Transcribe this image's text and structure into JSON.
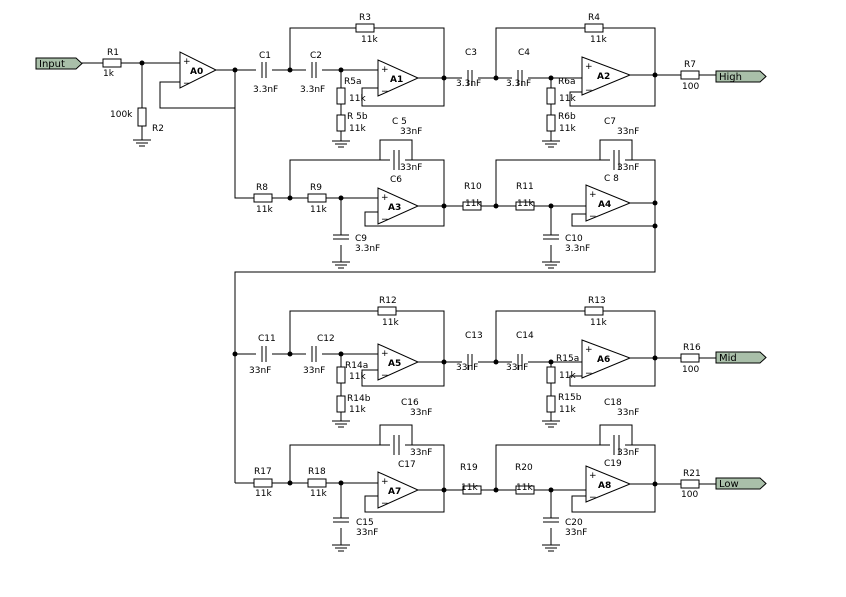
{
  "ports": {
    "input": "Input",
    "high": "High",
    "mid": "Mid",
    "low": "Low"
  },
  "opamps": [
    "A0",
    "A1",
    "A2",
    "A3",
    "A4",
    "A5",
    "A6",
    "A7",
    "A8"
  ],
  "resistors": [
    {
      "ref": "R1",
      "value": "1k"
    },
    {
      "ref": "R2",
      "value": "100k"
    },
    {
      "ref": "R3",
      "value": "11k"
    },
    {
      "ref": "R4",
      "value": "11k"
    },
    {
      "ref": "R5a",
      "value": "11k"
    },
    {
      "ref": "R 5b",
      "value": "11k"
    },
    {
      "ref": "R6a",
      "value": "11k"
    },
    {
      "ref": "R6b",
      "value": "11k"
    },
    {
      "ref": "R7",
      "value": "100"
    },
    {
      "ref": "R8",
      "value": "11k"
    },
    {
      "ref": "R9",
      "value": "11k"
    },
    {
      "ref": "R10",
      "value": "11k"
    },
    {
      "ref": "R11",
      "value": "11k"
    },
    {
      "ref": "R12",
      "value": "11k"
    },
    {
      "ref": "R13",
      "value": "11k"
    },
    {
      "ref": "R14a",
      "value": "11k"
    },
    {
      "ref": "R14b",
      "value": "11k"
    },
    {
      "ref": "R15a",
      "value": "11k"
    },
    {
      "ref": "R15b",
      "value": "11k"
    },
    {
      "ref": "R16",
      "value": "100"
    },
    {
      "ref": "R17",
      "value": "11k"
    },
    {
      "ref": "R18",
      "value": "11k"
    },
    {
      "ref": "R19",
      "value": "11k"
    },
    {
      "ref": "R20",
      "value": "11k"
    },
    {
      "ref": "R21",
      "value": "100"
    }
  ],
  "capacitors": [
    {
      "ref": "C1",
      "value": "3.3nF"
    },
    {
      "ref": "C2",
      "value": "3.3nF"
    },
    {
      "ref": "C3",
      "value": "3.3nF"
    },
    {
      "ref": "C4",
      "value": "3.3nF"
    },
    {
      "ref": "C 5",
      "value": "33nF"
    },
    {
      "ref": "C6",
      "value": "33nF"
    },
    {
      "ref": "C7",
      "value": "33nF"
    },
    {
      "ref": "C 8",
      "value": "33nF"
    },
    {
      "ref": "C9",
      "value": "3.3nF"
    },
    {
      "ref": "C10",
      "value": "3.3nF"
    },
    {
      "ref": "C11",
      "value": "33nF"
    },
    {
      "ref": "C12",
      "value": "33nF"
    },
    {
      "ref": "C13",
      "value": "33nF"
    },
    {
      "ref": "C14",
      "value": "33nF"
    },
    {
      "ref": "C15",
      "value": "33nF"
    },
    {
      "ref": "C16",
      "value": "33nF"
    },
    {
      "ref": "C17",
      "value": "33nF"
    },
    {
      "ref": "C18",
      "value": "33nF"
    },
    {
      "ref": "C19",
      "value": "33nF"
    },
    {
      "ref": "C20",
      "value": "33nF"
    }
  ]
}
